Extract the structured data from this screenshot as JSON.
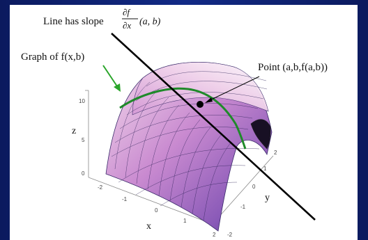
{
  "annotations": {
    "slope_prefix": "Line has slope",
    "partial_num": "∂f",
    "partial_den": "∂x",
    "partial_arg": "(a, b)",
    "graph_label": "Graph of f(x,b)",
    "point_label": "Point (a,b,f(a,b))"
  },
  "axes": {
    "z_name": "z",
    "x_name": "x",
    "y_name": "y",
    "z_ticks": [
      "10",
      "5",
      "0"
    ],
    "x_ticks": [
      "-2",
      "-1",
      "0",
      "1",
      "2"
    ],
    "y_ticks": [
      "2",
      "1",
      "0",
      "-1",
      "-2"
    ]
  },
  "colors": {
    "surface_light": "#f4dcec",
    "surface_mid": "#b878c8",
    "surface_dark": "#5a3a9a",
    "curve": "#1f8a2a",
    "arrow": "#2aa52a",
    "line": "#000000",
    "frame": "#0e1f6b"
  }
}
